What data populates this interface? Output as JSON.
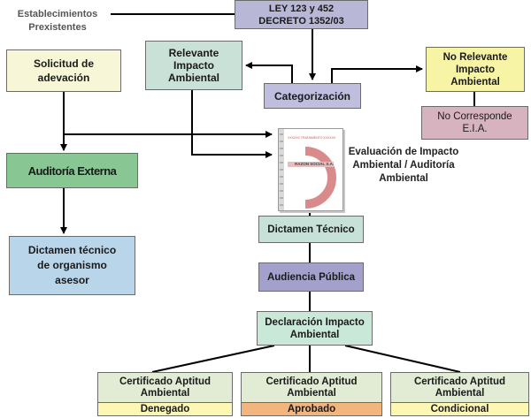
{
  "diagram": {
    "header_label": "Establecimientos Prexistentes",
    "law_box": {
      "line1": "LEY 123 y 452",
      "line2": "DECRETO 1352/03"
    },
    "solicitud": "Solicitud de adevación",
    "relevante": "Relevante Impacto Ambiental",
    "categorizacion": "Categorización",
    "no_relevante": "No Relevante Impacto Ambiental",
    "no_corresponde": "No Corresponde E.I.A.",
    "evaluacion": "Evaluación de Impacto Ambiental / Auditoría Ambiental",
    "auditoria_externa": "Auditoría Externa",
    "dictamen_organismo": "Dictamen técnico de organismo asesor",
    "dictamen_tecnico": "Dictamen Técnico",
    "audiencia": "Audiencia Pública",
    "declaracion": "Declaración Impacto Ambiental",
    "certificados": [
      {
        "title": "Certificado Aptitud Ambiental",
        "status": "Denegado",
        "color": "#fdf7b4"
      },
      {
        "title": "Certificado Aptitud Ambiental",
        "status": "Aprobado",
        "color": "#f2b57e"
      },
      {
        "title": "Certificado Aptitud Ambiental",
        "status": "Condicional",
        "color": "#fdf7b4"
      }
    ],
    "document_thumbnail": {
      "line1": "XXXXXX TRATAMIENTO XXXXXX",
      "line2": "RAZON SOCIAL S.A."
    }
  }
}
